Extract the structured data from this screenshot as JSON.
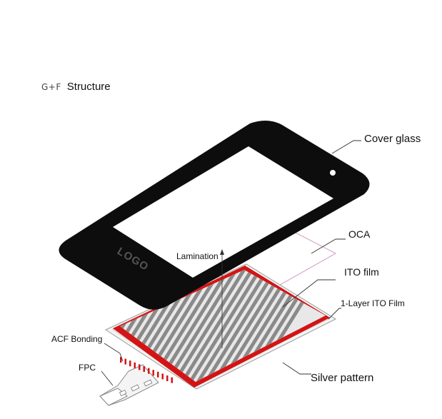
{
  "title": {
    "prefix": "G+F",
    "text": "Structure"
  },
  "labels": {
    "cover_glass": "Cover glass",
    "oca": "OCA",
    "ito_film": "ITO  film",
    "one_layer_ito_film": "1-Layer  ITO Film",
    "lamination": "Lamination",
    "acf_bonding": "ACF Bonding",
    "fpc": "FPC",
    "silver_pattern": "Silver  pattern",
    "logo": "LOGO"
  },
  "colors": {
    "cover_glass": "#0d0d0d",
    "silver_pattern": "#d41414",
    "ito_stripes": "#8a8a8a",
    "oca_outline": "#d9a8cc"
  }
}
